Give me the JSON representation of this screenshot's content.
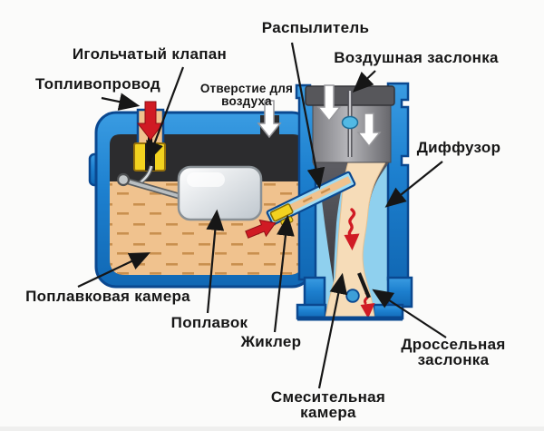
{
  "diagram": {
    "title": "carburetor-schematic",
    "labels": {
      "sprayer": "Распылитель",
      "needle_valve": "Игольчатый клапан",
      "air_damper": "Воздушная заслонка",
      "fuel_line": "Топливопровод",
      "air_hole_line1": "Отверстие для",
      "air_hole_line2": "воздуха",
      "diffuser": "Диффузор",
      "float_chamber": "Поплавковая камера",
      "float": "Поплавок",
      "jet": "Жиклер",
      "throttle_line1": "Дроссельная",
      "throttle_line2": "заслонка",
      "mixing_chamber_line1": "Смесительная",
      "mixing_chamber_line2": "камера"
    },
    "icons": {
      "fuel_inlet_arrow": "red-down-arrow",
      "jet_flow_arrow": "red-right-arrow",
      "mixture_flow_arrows": "red-wavy-down-arrows",
      "air_flow_arrows": "white-down-arrows",
      "vent_air_arrow": "white-down-arrow",
      "label_pointers": "black-leader-arrows"
    },
    "colors": {
      "body_blue": "#1d80cf",
      "outline_navy": "#0a4890",
      "light_blue": "#8fd0ee",
      "fuel_tan": "#f0c28e",
      "fuel_dash": "#c9904f",
      "mixture_tan": "#f6dcb8",
      "metal_gray": "#909094",
      "cavity_dark": "#2c2c2e",
      "valve_yellow": "#f2d21f",
      "arrow_red": "#d01b24",
      "label_black": "#161616",
      "float_white": "#ffffff"
    }
  }
}
